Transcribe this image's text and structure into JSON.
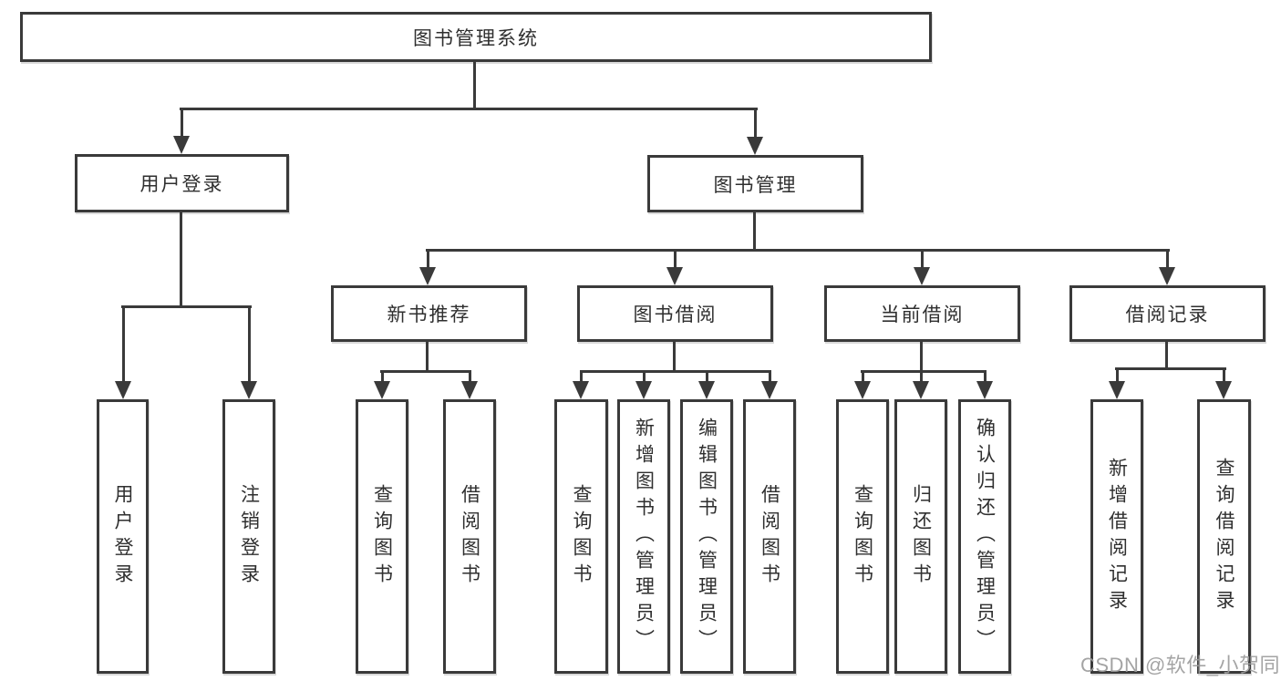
{
  "diagram": {
    "root": "图书管理系统",
    "branches": [
      {
        "label": "用户登录",
        "children": [
          "用户登录",
          "注销登录"
        ]
      },
      {
        "label": "图书管理",
        "children": [
          {
            "label": "新书推荐",
            "children": [
              "查询图书",
              "借阅图书"
            ]
          },
          {
            "label": "图书借阅",
            "children": [
              "查询图书",
              "新增图书（管理员）",
              "编辑图书（管理员）",
              "借阅图书"
            ]
          },
          {
            "label": "当前借阅",
            "children": [
              "查询图书",
              "归还图书",
              "确认归还（管理员）"
            ]
          },
          {
            "label": "借阅记录",
            "children": [
              "新增借阅记录",
              "查询借阅记录"
            ]
          }
        ]
      }
    ]
  },
  "watermark": {
    "text": "CSDN @软件_小贺同学"
  },
  "colors": {
    "line": "#3a3a3a",
    "watermark": "#9d9d9d",
    "background": "#ffffff"
  }
}
